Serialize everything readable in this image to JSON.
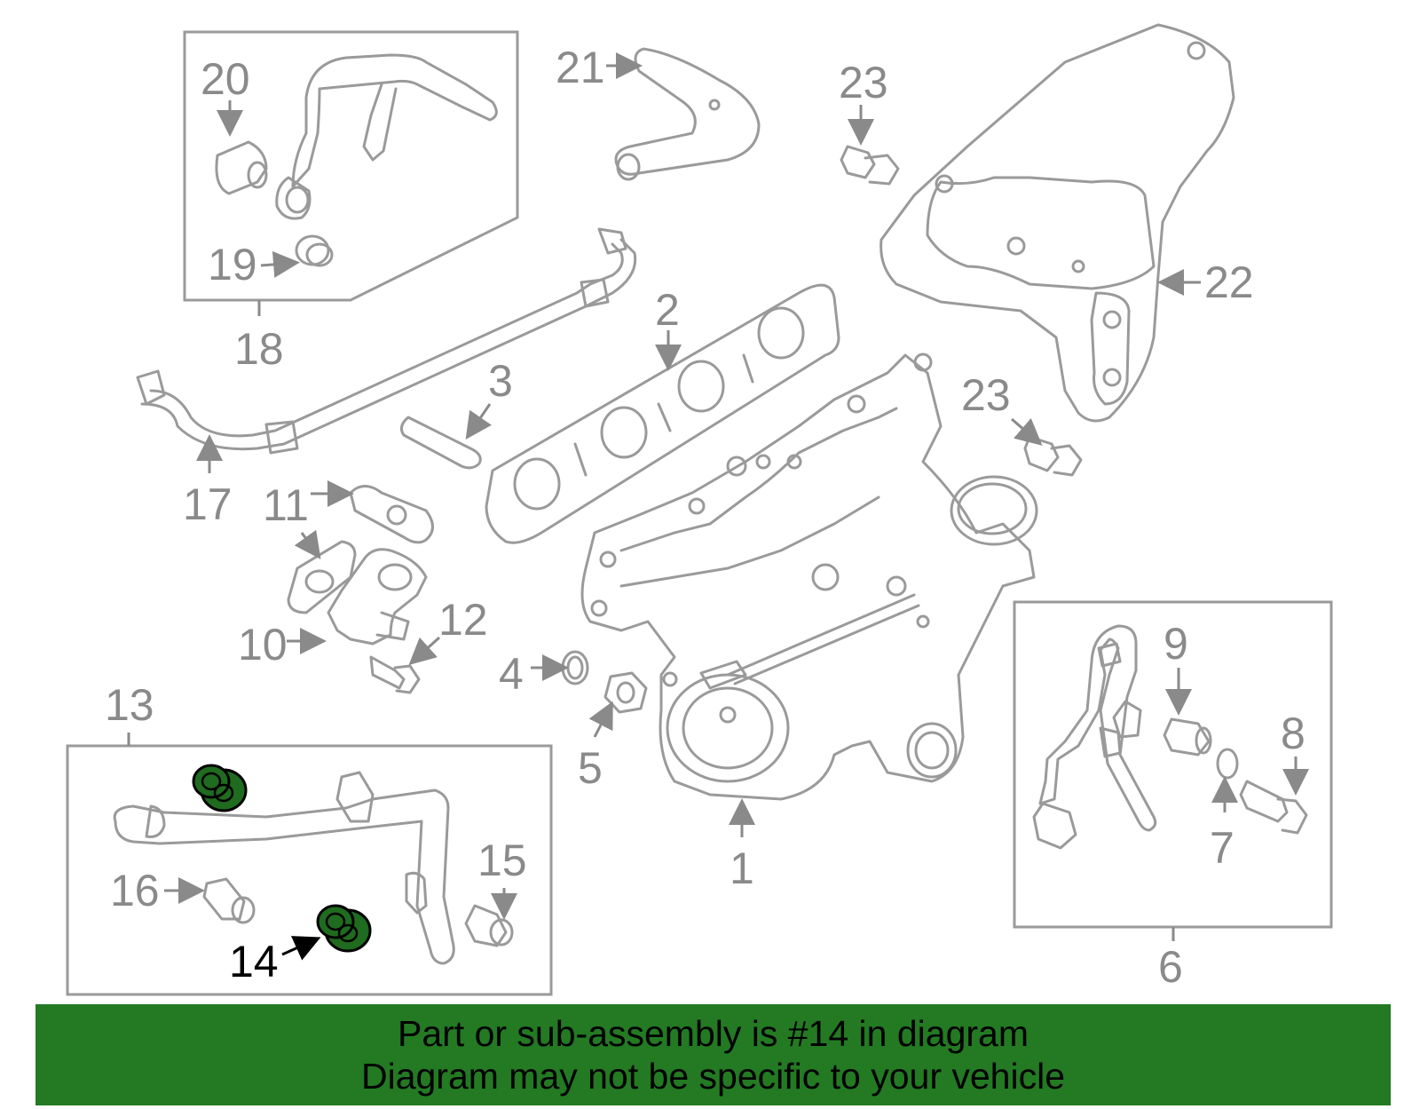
{
  "callouts": {
    "c1": "1",
    "c2": "2",
    "c3": "3",
    "c4": "4",
    "c5": "5",
    "c6": "6",
    "c7": "7",
    "c8": "8",
    "c9": "9",
    "c10": "10",
    "c11": "11",
    "c12": "12",
    "c13": "13",
    "c14": "14",
    "c15": "15",
    "c16": "16",
    "c17": "17",
    "c18": "18",
    "c19": "19",
    "c20": "20",
    "c21": "21",
    "c22": "22",
    "c23a": "23",
    "c23b": "23"
  },
  "highlight": {
    "part_number": "14",
    "color": "#237a23"
  },
  "colors": {
    "line_art": "#9a9a9a",
    "label": "#8a8a8a",
    "banner": "#237a23"
  },
  "banner": {
    "line1": "Part or sub-assembly is #14 in diagram",
    "line2": "Diagram may not be specific to your vehicle"
  }
}
